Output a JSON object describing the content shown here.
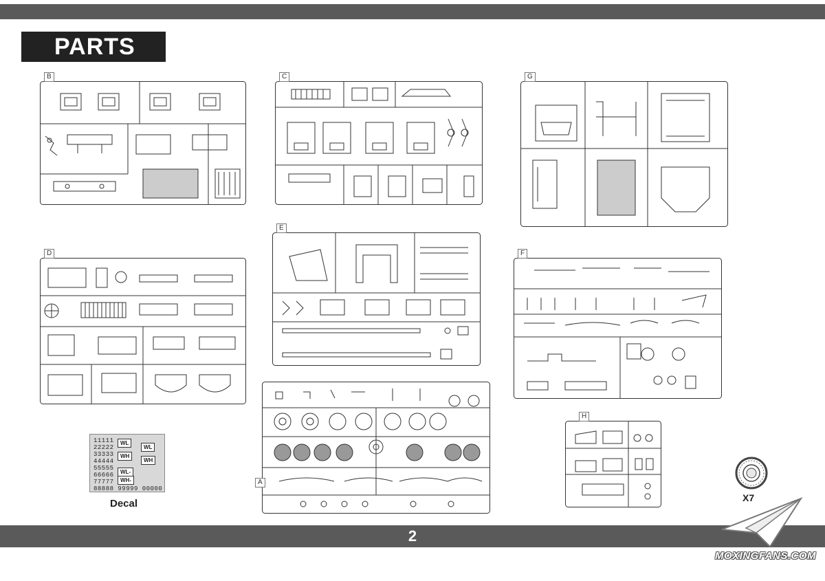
{
  "header": {
    "title": "PARTS"
  },
  "footer": {
    "page_number": "2"
  },
  "sprues": [
    {
      "id": "B"
    },
    {
      "id": "C"
    },
    {
      "id": "G"
    },
    {
      "id": "D"
    },
    {
      "id": "E"
    },
    {
      "id": "F"
    },
    {
      "id": "A"
    },
    {
      "id": "H"
    }
  ],
  "decal": {
    "caption": "Decal",
    "rows": [
      "11111",
      "22222",
      "33333",
      "44444",
      "55555",
      "66666",
      "77777",
      "88888 99999 00000"
    ],
    "tags": [
      "WL",
      "WL",
      "WH",
      "WH",
      "WL-",
      "WH-"
    ]
  },
  "tire": {
    "caption": "X7"
  },
  "watermark": {
    "text": "MOXINGFANS.COM"
  },
  "colors": {
    "bar": "#5a5a5a",
    "title_bg": "#222222",
    "line": "#333333"
  }
}
